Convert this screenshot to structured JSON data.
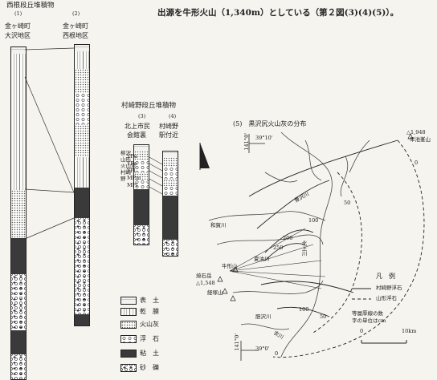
{
  "header_line": "出源を牛形火山（1,340m）としている（第２図(3)(4)(5)）。",
  "nishine": {
    "title": "西根段丘堆積物",
    "col1_num": "(1)",
    "col1_name": [
      "金ヶ崎町",
      "大沢地区"
    ],
    "col2_num": "(2)",
    "col2_name": [
      "金ヶ崎町",
      "西根地区"
    ]
  },
  "murasakino": {
    "title": "村崎野段丘堆積物",
    "col3_num": "(3)",
    "col3_name": [
      "北上市民",
      "会館裏"
    ],
    "col4_num": "(4)",
    "col4_name": [
      "村崎野",
      "駅付近"
    ],
    "tephra_labels": [
      "YPu",
      "YPa",
      "YPl",
      "MPm",
      "MPl"
    ],
    "tephra_side": [
      "柳沢",
      "山形",
      "火山灰",
      "村崎",
      "野"
    ]
  },
  "lithology_legend": [
    {
      "key": "soil",
      "label": "表　土"
    },
    {
      "key": "loam",
      "label": "乾　膜"
    },
    {
      "key": "ash",
      "label": "火山灰"
    },
    {
      "key": "pumice",
      "label": "浮　石"
    },
    {
      "key": "clay",
      "label": "粘　土"
    },
    {
      "key": "gravel",
      "label": "砂　礫"
    }
  ],
  "map": {
    "title": "(5)　黒沢尻火山灰の分布",
    "lon_top": "141°0'",
    "lat_top": "39°10'",
    "lon_bottom": "141°0'",
    "lat_bottom": "39°0'",
    "peak_hayachine": "△1,948",
    "peak_hayachine_name": "早池峯山",
    "peak_ushigata": "牛形山",
    "peak_yakeishi_name": "焼石岳",
    "peak_yakeishi": "△1,548",
    "peak_kyozuka": "経塚山",
    "rivers": [
      "豊沢川",
      "和賀川",
      "夏油川",
      "北上川",
      "胆沢川",
      "衣川"
    ],
    "contours": [
      "50",
      "100",
      "200",
      "250",
      "0",
      "100",
      "50",
      "0"
    ],
    "legend_title": "凡　例",
    "legend_items": [
      "村崎野浮石",
      "山形浮石"
    ],
    "legend_note": [
      "等層厚線の数",
      "字の単位はcm"
    ],
    "scale_start": "0",
    "scale_end": "10km"
  }
}
